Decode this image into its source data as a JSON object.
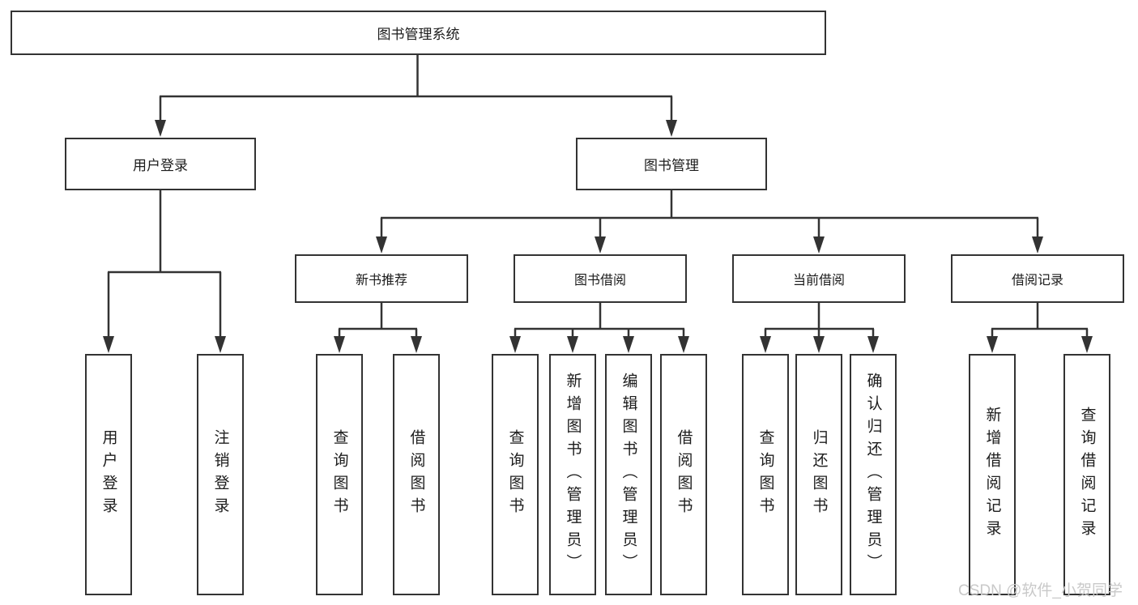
{
  "diagram": {
    "root_label": "图书管理系统",
    "level2": [
      "用户登录",
      "图书管理"
    ],
    "level3": [
      "新书推荐",
      "图书借阅",
      "当前借阅",
      "借阅记录"
    ],
    "leaves": [
      "用户登录",
      "注销登录",
      "查询图书",
      "借阅图书",
      "查询图书",
      "新增图书（管理员）",
      "编辑图书（管理员）",
      "借阅图书",
      "查询图书",
      "归还图书",
      "确认归还（管理员）",
      "新增借阅记录",
      "查询借阅记录"
    ],
    "watermark": "CSDN @软件_小贺同学",
    "colors": {
      "line": "#333333",
      "text": "#1c1c1c",
      "box_bg": "#ffffff",
      "watermark": "#c9c9c9"
    }
  }
}
